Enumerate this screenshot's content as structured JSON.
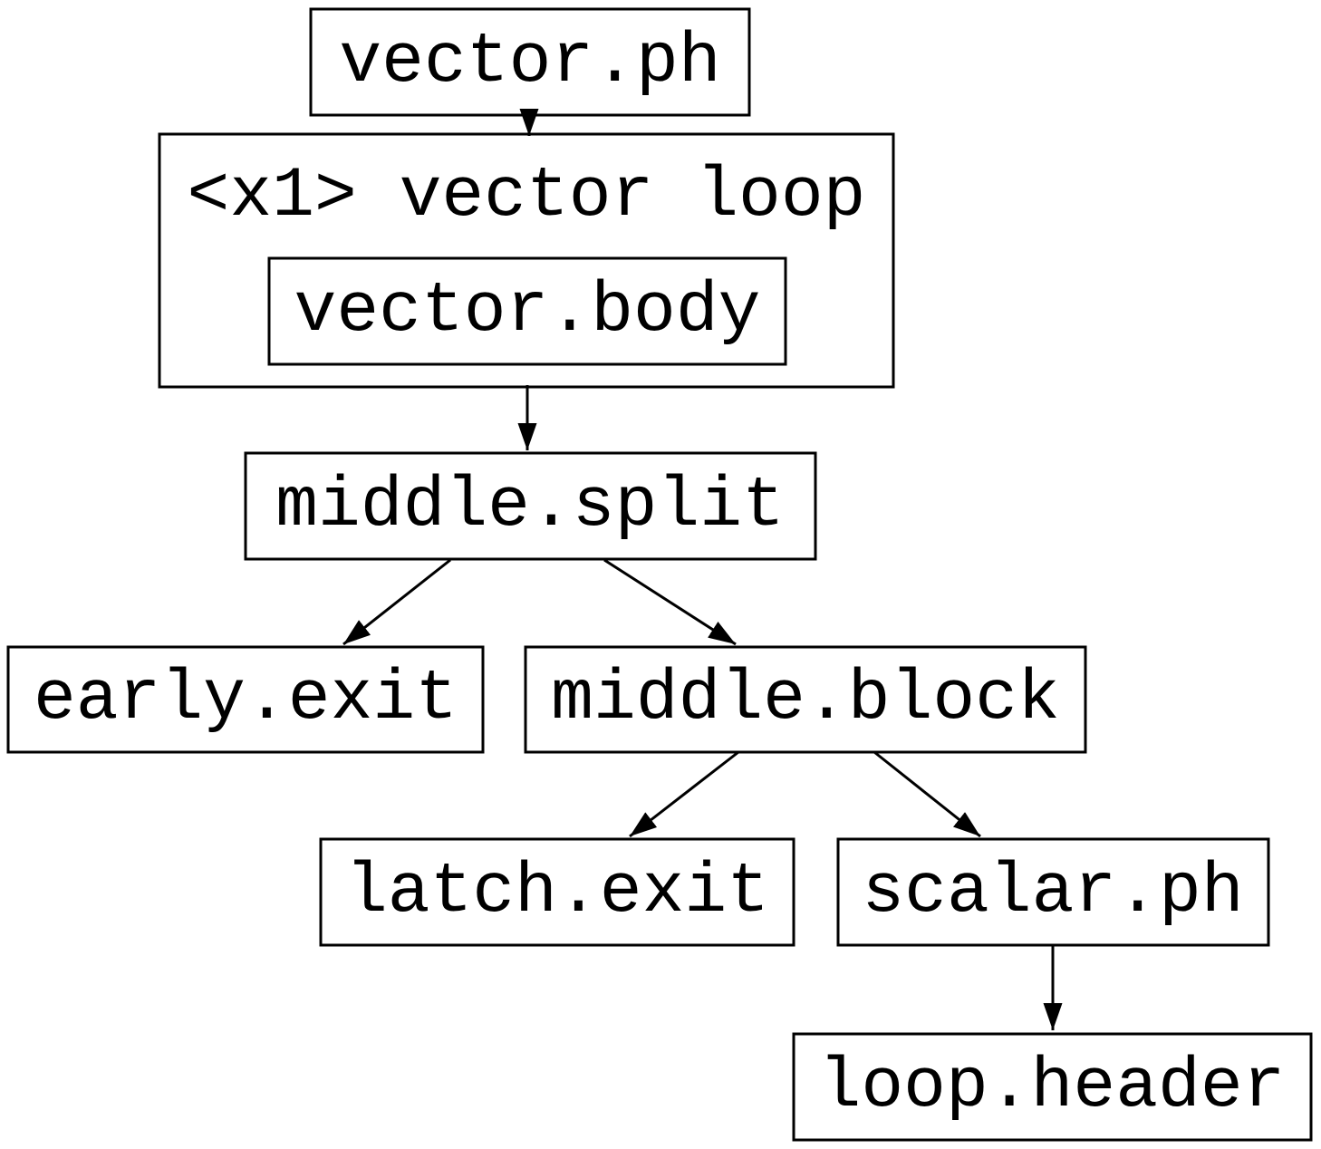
{
  "diagram": {
    "nodes": {
      "vector_ph": {
        "label": "vector.ph"
      },
      "vector_loop": {
        "label": "<x1> vector loop"
      },
      "vector_body": {
        "label": "vector.body"
      },
      "middle_split": {
        "label": "middle.split"
      },
      "early_exit": {
        "label": "early.exit"
      },
      "middle_block": {
        "label": "middle.block"
      },
      "latch_exit": {
        "label": "latch.exit"
      },
      "scalar_ph": {
        "label": "scalar.ph"
      },
      "loop_header": {
        "label": "loop.header"
      }
    },
    "edges": [
      {
        "from": "vector_ph",
        "to": "vector_loop"
      },
      {
        "from": "vector_loop",
        "to": "middle_split"
      },
      {
        "from": "middle_split",
        "to": "early_exit"
      },
      {
        "from": "middle_split",
        "to": "middle_block"
      },
      {
        "from": "middle_block",
        "to": "latch_exit"
      },
      {
        "from": "middle_block",
        "to": "scalar_ph"
      },
      {
        "from": "scalar_ph",
        "to": "loop_header"
      }
    ],
    "colors": {
      "background": "#ffffff",
      "node_fill": "#ffffff",
      "node_border": "#000000",
      "text": "#000000"
    }
  }
}
